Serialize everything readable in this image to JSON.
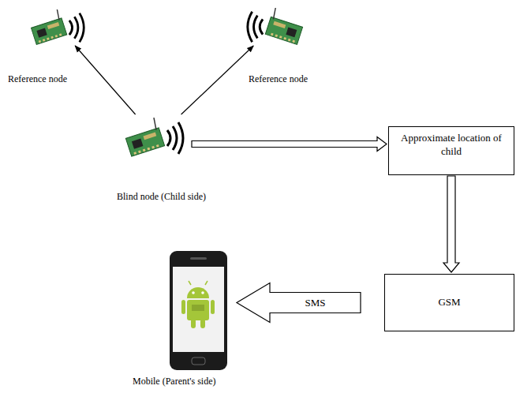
{
  "diagram": {
    "nodes": [
      {
        "text": [
          "Reference node"
        ]
      },
      {
        "text": [
          "Reference node"
        ]
      },
      {
        "text": [
          "Blind node (Child side)"
        ]
      },
      {
        "text": [
          "Approximate location of child"
        ]
      },
      {
        "text": [
          "GSM"
        ]
      },
      {
        "text": [
          "Mobile (Parent's side)"
        ]
      }
    ],
    "edges": [
      {
        "from": 2,
        "to": 0,
        "arrow": "to"
      },
      {
        "from": 2,
        "to": 1,
        "arrow": "to"
      },
      {
        "from": 2,
        "to": 3,
        "arrow": "to"
      },
      {
        "from": 3,
        "to": 4,
        "arrow": "to"
      },
      {
        "from": 4,
        "to": 5,
        "label": "SMS",
        "arrow": "to"
      }
    ]
  }
}
